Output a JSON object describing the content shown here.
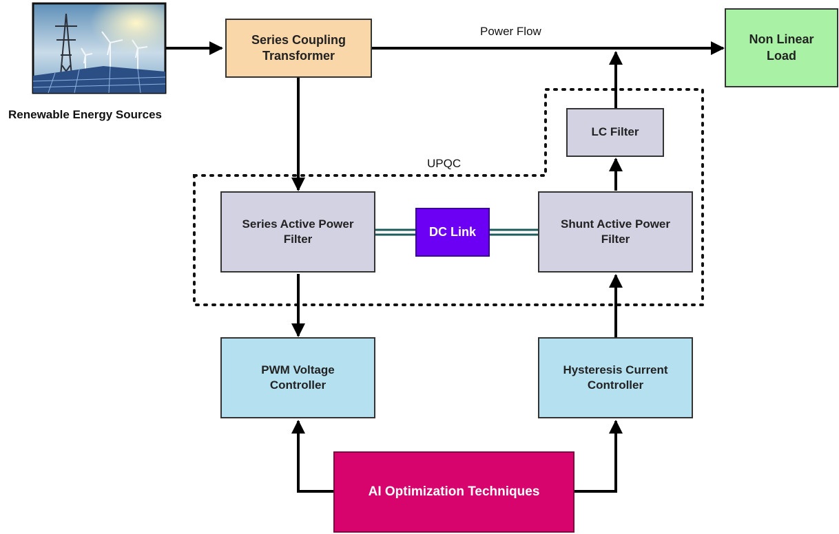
{
  "diagram": {
    "renewable_label": "Renewable Energy Sources",
    "series_transformer": "Series Coupling\nTransformer",
    "power_flow": "Power Flow",
    "nonlinear_load": "Non Linear\nLoad",
    "lc_filter": "LC Filter",
    "upqc": "UPQC",
    "series_apf": "Series Active Power\nFilter",
    "dc_link": "DC Link",
    "shunt_apf": "Shunt Active Power\nFilter",
    "pwm_controller": "PWM Voltage\nController",
    "hysteresis_controller": "Hysteresis Current\nController",
    "ai_optimization": "AI Optimization Techniques"
  },
  "colors": {
    "transformer": "#fad7a9",
    "load": "#a9f2a5",
    "filter_boxes": "#d3d2e3",
    "dc_link": "#6b00f5",
    "controllers": "#b5e0f0",
    "ai": "#d6046c",
    "dc_bus_line": "#1e5b5b"
  }
}
